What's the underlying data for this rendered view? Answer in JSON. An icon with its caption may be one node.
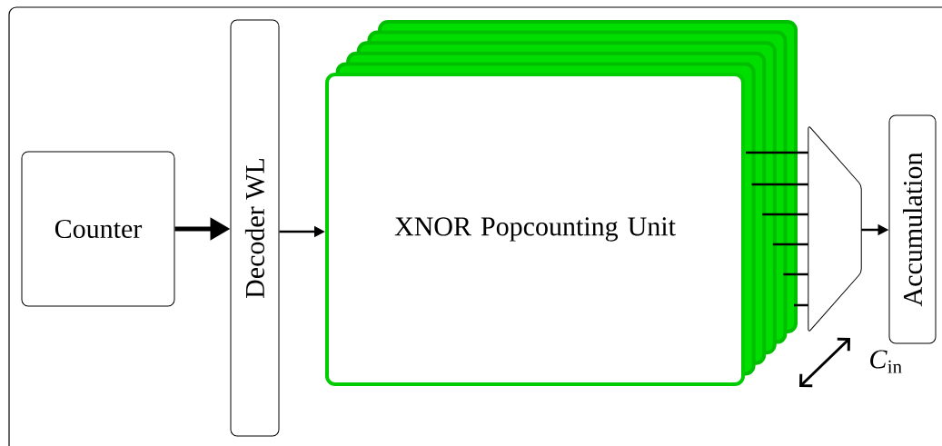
{
  "diagram": {
    "nodes": [
      {
        "text": [
          "Counter"
        ]
      },
      {
        "text": [
          "Decoder WL"
        ]
      },
      {
        "text": [
          "XNOR Popcounting Unit"
        ]
      },
      {
        "text": [],
        "shape": "trapezoid"
      },
      {
        "text": [
          "Accumulation"
        ]
      }
    ],
    "edges": [
      {
        "from": 0,
        "to": 1,
        "arrow": "to",
        "style": "thick"
      },
      {
        "from": 1,
        "to": 2,
        "arrow": "to"
      },
      {
        "from": 2,
        "to": 3,
        "arrow": "none"
      },
      {
        "from": 2,
        "to": 3,
        "arrow": "none"
      },
      {
        "from": 2,
        "to": 3,
        "arrow": "none"
      },
      {
        "from": 2,
        "to": 3,
        "arrow": "none"
      },
      {
        "from": 2,
        "to": 3,
        "arrow": "none"
      },
      {
        "from": 2,
        "to": 3,
        "arrow": "none"
      },
      {
        "from": 3,
        "to": 4,
        "arrow": "to"
      }
    ],
    "labels": [
      "*C*$_{in}$"
    ]
  }
}
